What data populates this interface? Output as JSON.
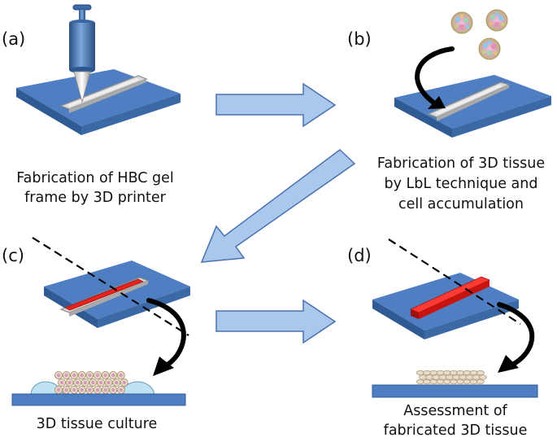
{
  "panels": {
    "a": {
      "letter": "(a)",
      "caption_lines": [
        "Fabrication of HBC gel",
        "frame by 3D printer"
      ]
    },
    "b": {
      "letter": "(b)",
      "caption_lines": [
        "Fabrication of 3D tissue",
        "by LbL technique and",
        "cell accumulation"
      ]
    },
    "c": {
      "letter": "(c)",
      "caption_lines": [
        "3D tissue culture"
      ]
    },
    "d": {
      "letter": "(d)",
      "caption_lines": [
        "Assessment of",
        "fabricated 3D tissue"
      ]
    }
  },
  "colors": {
    "plate_top": "#4f7fc2",
    "plate_side": "#2f5a94",
    "frame": "#d9d9d9",
    "tissue": "#e8231f",
    "arrow_fill": "#a9c8ec",
    "arrow_stroke": "#4a72b0",
    "gel_dome": "#bfe3f2"
  }
}
